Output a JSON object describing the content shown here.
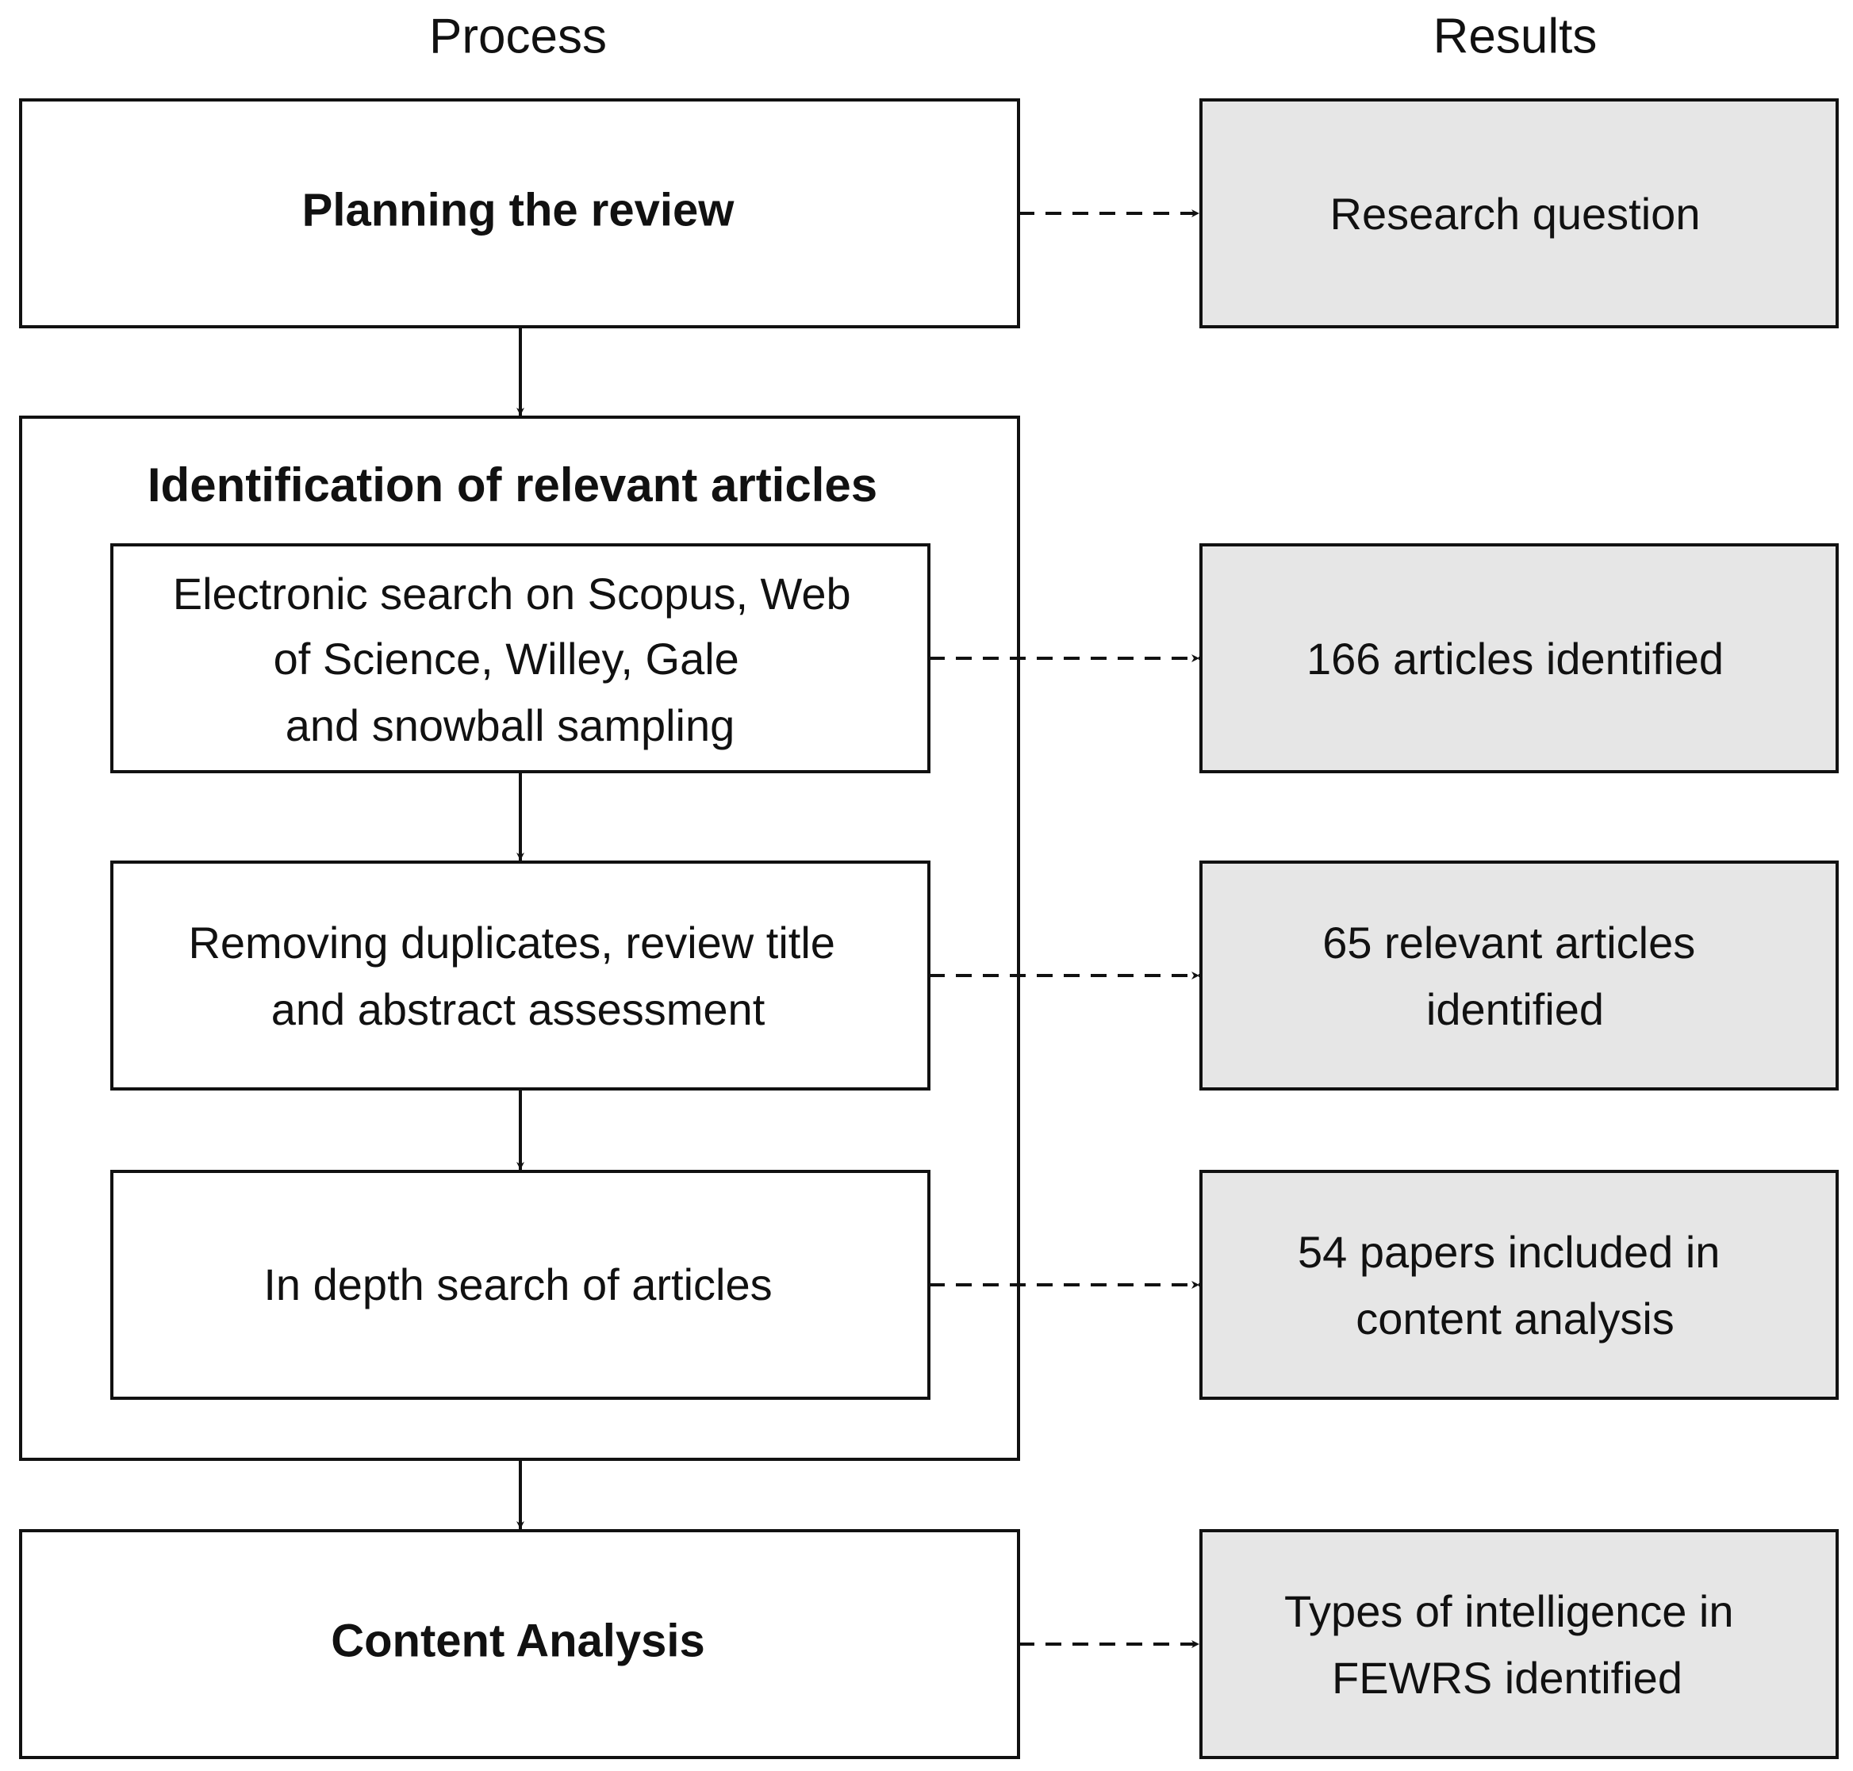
{
  "headers": {
    "process": "Process",
    "results": "Results"
  },
  "process": {
    "planning": "Planning the review",
    "identification": {
      "title": "Identification of relevant articles",
      "steps": [
        {
          "lines": [
            "Electronic search on Scopus, Web",
            "of Science, Willey, Gale",
            "and snowball sampling"
          ]
        },
        {
          "lines": [
            "Removing duplicates, review title",
            "and abstract assessment"
          ]
        },
        {
          "lines": [
            "In depth search of articles"
          ]
        }
      ]
    },
    "content_analysis": "Content Analysis"
  },
  "results": [
    {
      "lines": [
        "Research question"
      ]
    },
    {
      "lines": [
        "166 articles identified"
      ]
    },
    {
      "lines": [
        "65 relevant articles",
        "identified"
      ]
    },
    {
      "lines": [
        "54 papers included in",
        "content analysis"
      ]
    },
    {
      "lines": [
        "Types of intelligence in",
        "FEWRS identified"
      ]
    }
  ],
  "colors": {
    "stroke": "#111111",
    "result_fill": "#e6e6e6",
    "process_fill": "#ffffff"
  }
}
